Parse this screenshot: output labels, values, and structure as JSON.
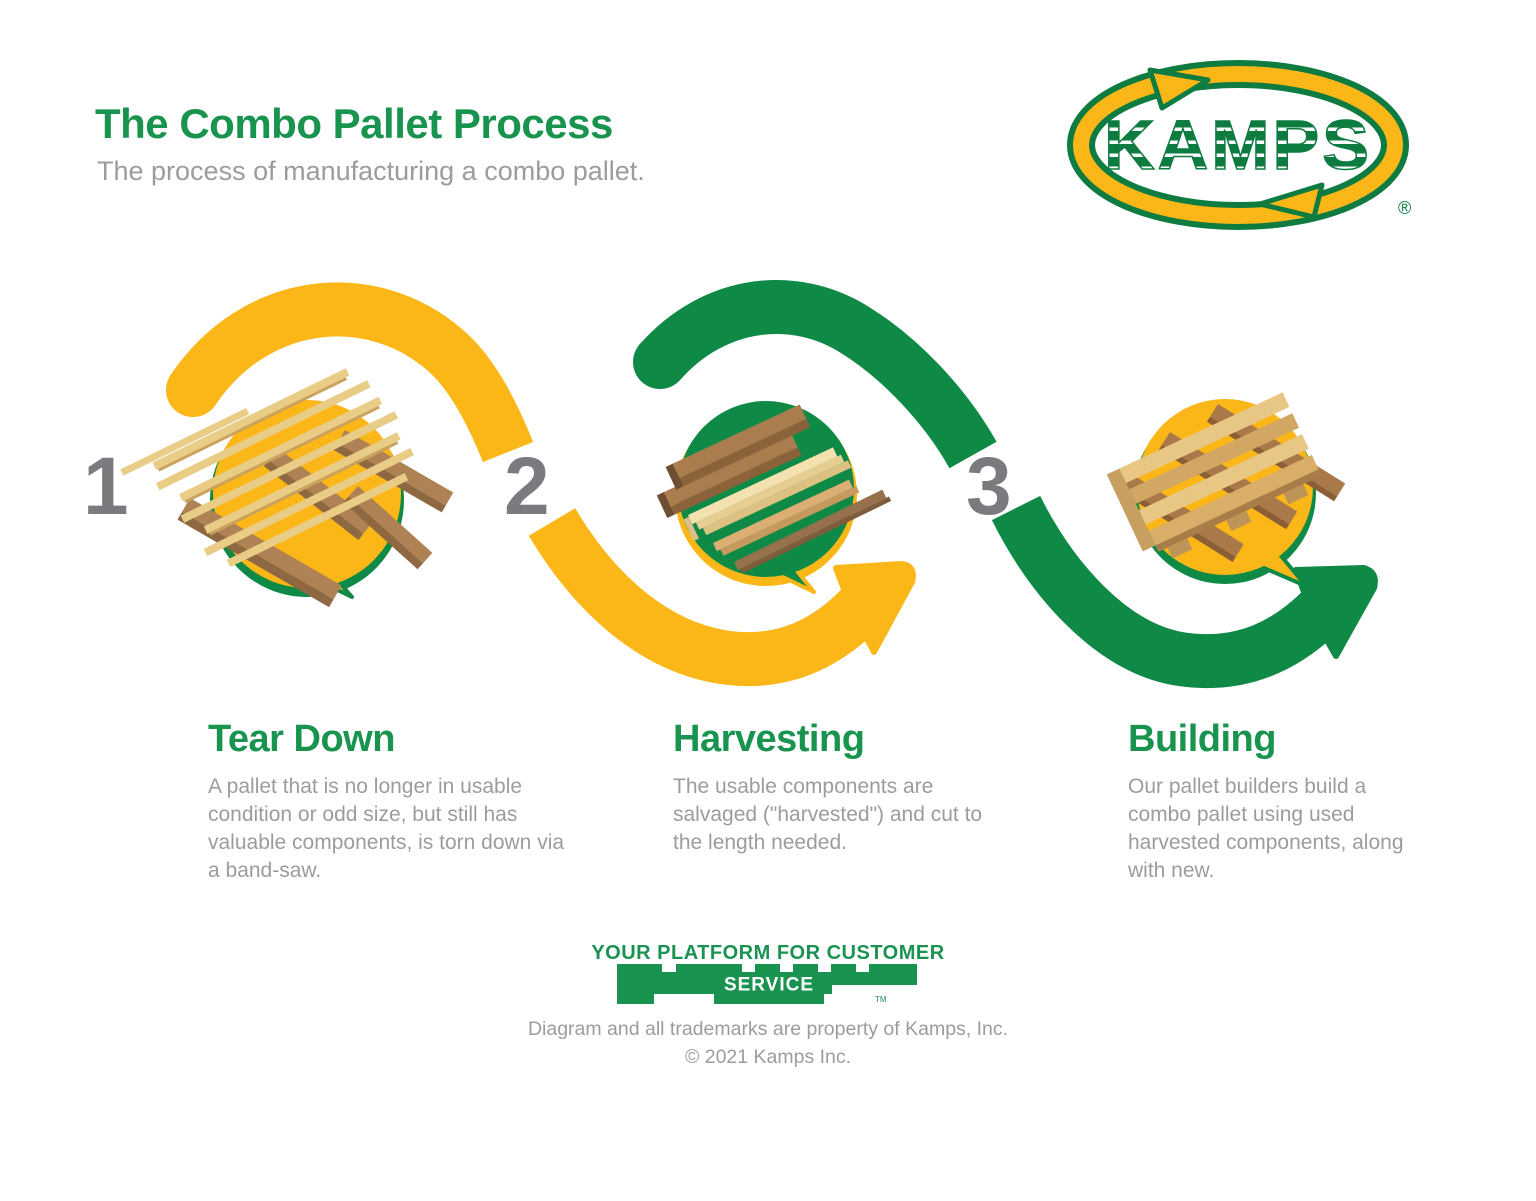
{
  "header": {
    "title": "The Combo Pallet Process",
    "subtitle": "The process of manufacturing a combo pallet."
  },
  "logo": {
    "brand": "KAMPS",
    "registered_mark": "®"
  },
  "steps": [
    {
      "number": "1",
      "title": "Tear Down",
      "description": "A pallet that is no longer in usable condition or odd size, but still has valuable components, is torn down via a band-saw."
    },
    {
      "number": "2",
      "title": "Harvesting",
      "description": "The usable components are salvaged (\"harvested\") and cut to the length needed."
    },
    {
      "number": "3",
      "title": "Building",
      "description": "Our pallet builders build a combo pallet using used harvested components, along with new."
    }
  ],
  "footer": {
    "tagline_top": "YOUR PLATFORM FOR CUSTOMER",
    "tagline_service": "SERVICE",
    "trademark": "TM",
    "disclaimer": "Diagram and all trademarks are property of Kamps, Inc.",
    "copyright": "© 2021 Kamps Inc."
  },
  "colors": {
    "brand_green": "#0F8A46",
    "brand_yellow": "#FBB617",
    "heading_green": "#18944F",
    "body_gray": "#9B9CA0",
    "number_gray": "#7A7B7E"
  }
}
